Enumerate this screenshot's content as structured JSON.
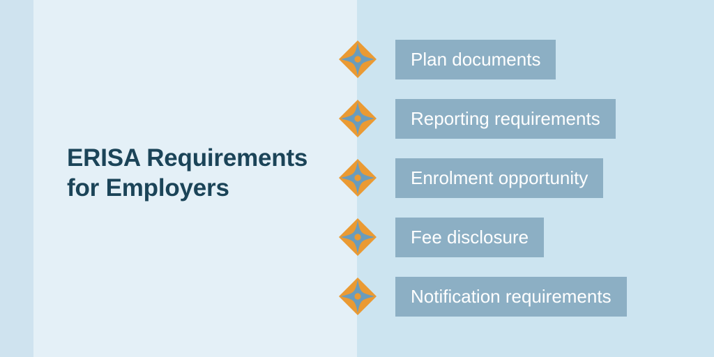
{
  "title": {
    "line1": "ERISA Requirements",
    "line2": "for Employers"
  },
  "colors": {
    "left_edge": "#cfe3ef",
    "left_panel": "#e4f0f7",
    "right_panel": "#cce4f0",
    "label_bar": "#8cafc4",
    "label_text": "#ffffff",
    "title_text": "#1b4458",
    "icon_diamond": "#ea9a33",
    "icon_star": "#6a9cbc",
    "icon_center_dot": "#ea9a33"
  },
  "items": [
    {
      "label": "Plan documents",
      "icon": "compass-star-diamond-icon"
    },
    {
      "label": "Reporting requirements",
      "icon": "compass-star-diamond-icon"
    },
    {
      "label": "Enrolment opportunity",
      "icon": "compass-star-diamond-icon"
    },
    {
      "label": "Fee disclosure",
      "icon": "compass-star-diamond-icon"
    },
    {
      "label": "Notification requirements",
      "icon": "compass-star-diamond-icon"
    }
  ]
}
